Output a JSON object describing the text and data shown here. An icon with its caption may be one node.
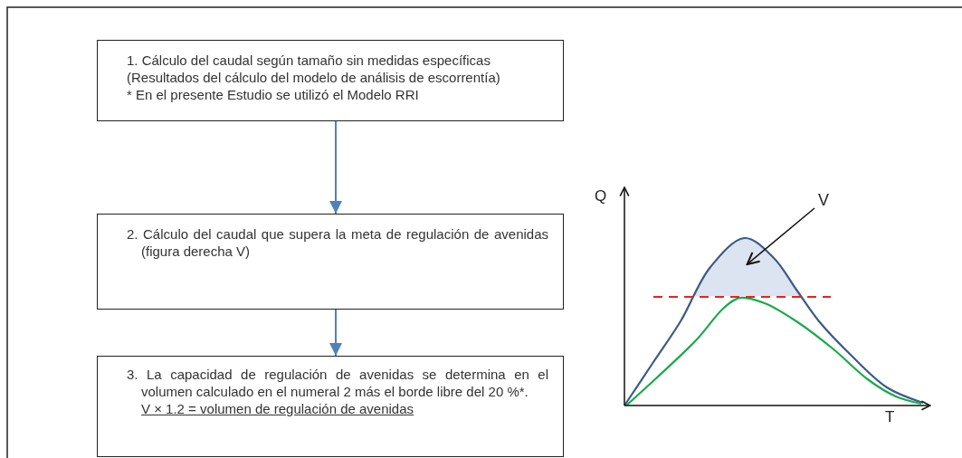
{
  "diagram": {
    "nodes": [
      {
        "text": [
          "1.  Cálculo del caudal según tamaño sin medidas específicas",
          "(Resultados del cálculo del modelo de análisis de escorrentía)",
          "* En el presente Estudio se utilizó el Modelo RRI"
        ]
      },
      {
        "text": [
          "2. Cálculo del caudal que supera la meta de regulación de avenidas (figura derecha V)"
        ]
      },
      {
        "text": [
          "3. La capacidad de regulación de avenidas se determina en el volumen calculado en el numeral 2 más el borde libre del 20 %*.",
          "V × 1.2 = volumen de regulación de avenidas"
        ]
      },
      {
        "text": [
          "V"
        ]
      },
      {
        "text": [],
        "shape": "area"
      }
    ],
    "edges": [
      {
        "from": 0,
        "to": 1,
        "arrow": "to"
      },
      {
        "from": 1,
        "to": 2,
        "arrow": "to"
      },
      {
        "from": 3,
        "to": 4,
        "arrow": "to",
        "color": "#111111"
      }
    ],
    "labels": [
      "Q",
      "T"
    ]
  }
}
